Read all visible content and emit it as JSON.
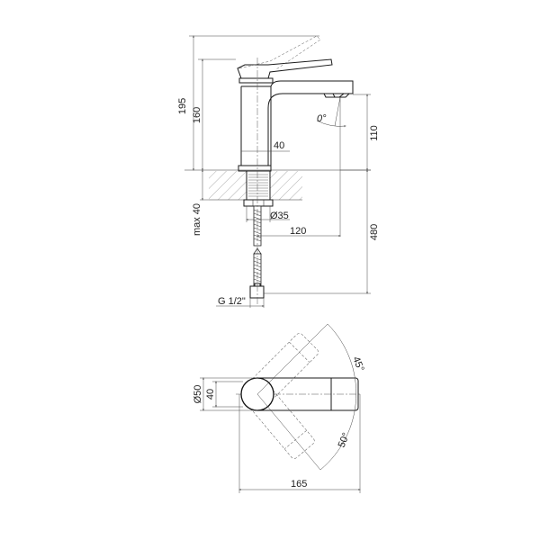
{
  "drawing": {
    "title": "Basin mixer technical drawing",
    "side_view": {
      "dimensions": {
        "overall_height": "195",
        "body_height": "160",
        "spout_height": "110",
        "body_width": "40",
        "spout_angle": "0°",
        "mount_max": "max 40",
        "shank_diameter": "Ø35",
        "spout_reach": "120",
        "hose_length": "480",
        "connection": "G 1/2\""
      }
    },
    "top_view": {
      "dimensions": {
        "base_diameter": "Ø50",
        "body_width": "40",
        "overall_length": "165",
        "handle_angle_left": "45°",
        "handle_angle_right": "50°"
      }
    }
  }
}
